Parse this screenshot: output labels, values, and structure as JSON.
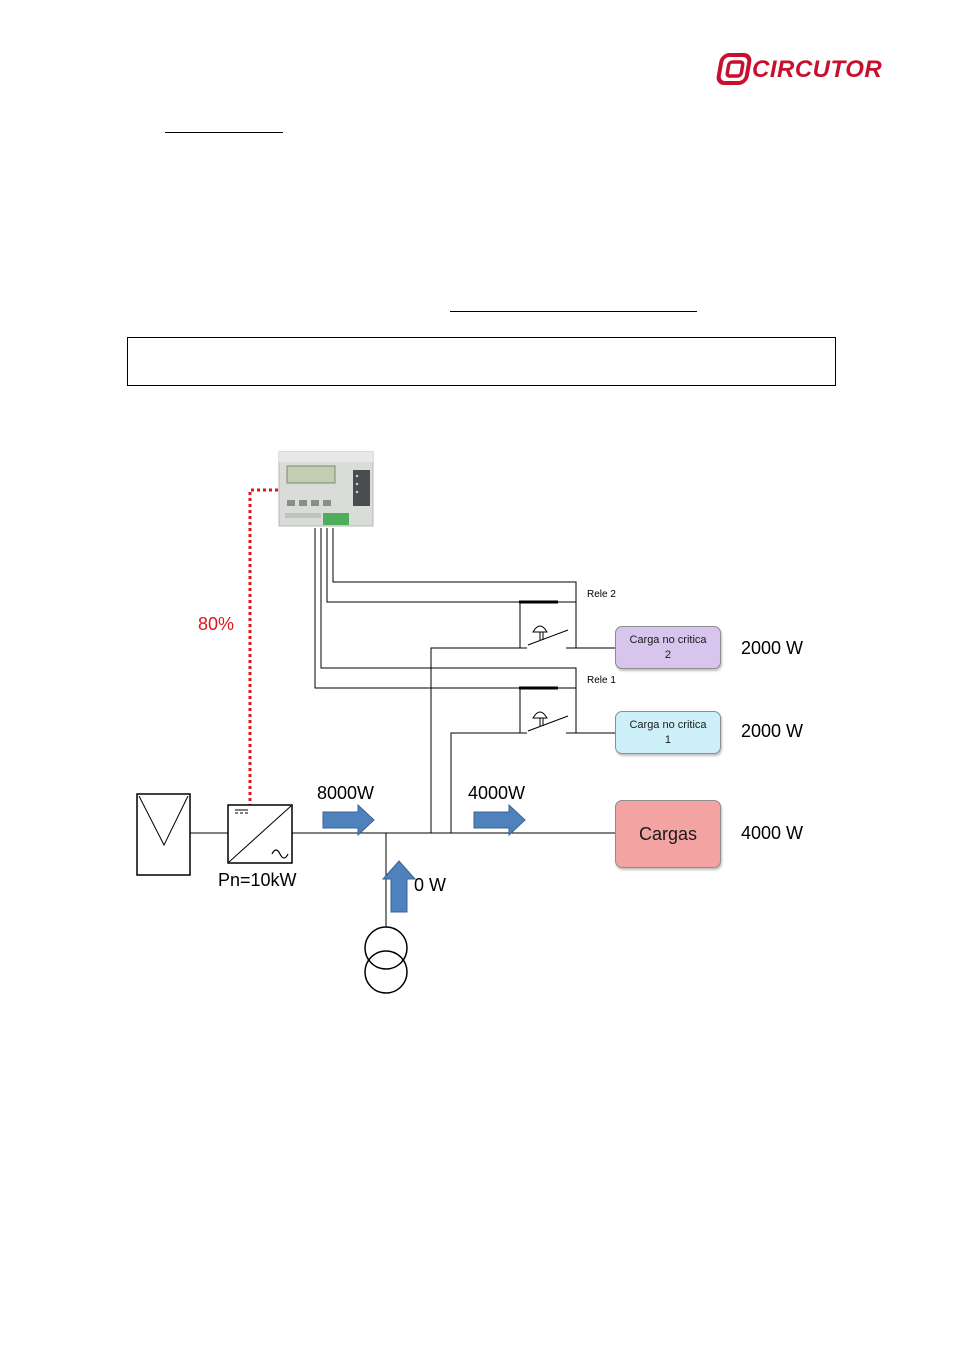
{
  "header": {
    "brand": "CIRCUTOR",
    "brand_color": "#c8102e"
  },
  "diagram": {
    "control_signal_label": "80%",
    "control_signal_color": "#e3151b",
    "relay_2_label": "Rele 2",
    "relay_1_label": "Rele 1",
    "load_nc_2": {
      "label_line1": "Carga no critica",
      "label_line2": "2",
      "color": "#d7c5ee",
      "power": "2000 W"
    },
    "load_nc_1": {
      "label_line1": "Carga no critica",
      "label_line2": "1",
      "color": "#cdf0f8",
      "power": "2000 W"
    },
    "load_main": {
      "label": "Cargas",
      "color": "#f4a3a3",
      "power": "4000 W"
    },
    "inverter_flow": "8000W",
    "load_flow": "4000W",
    "grid_flow": "0 W",
    "inverter_rating": "Pn=10kW",
    "arrow_color": "#4f81bd"
  }
}
